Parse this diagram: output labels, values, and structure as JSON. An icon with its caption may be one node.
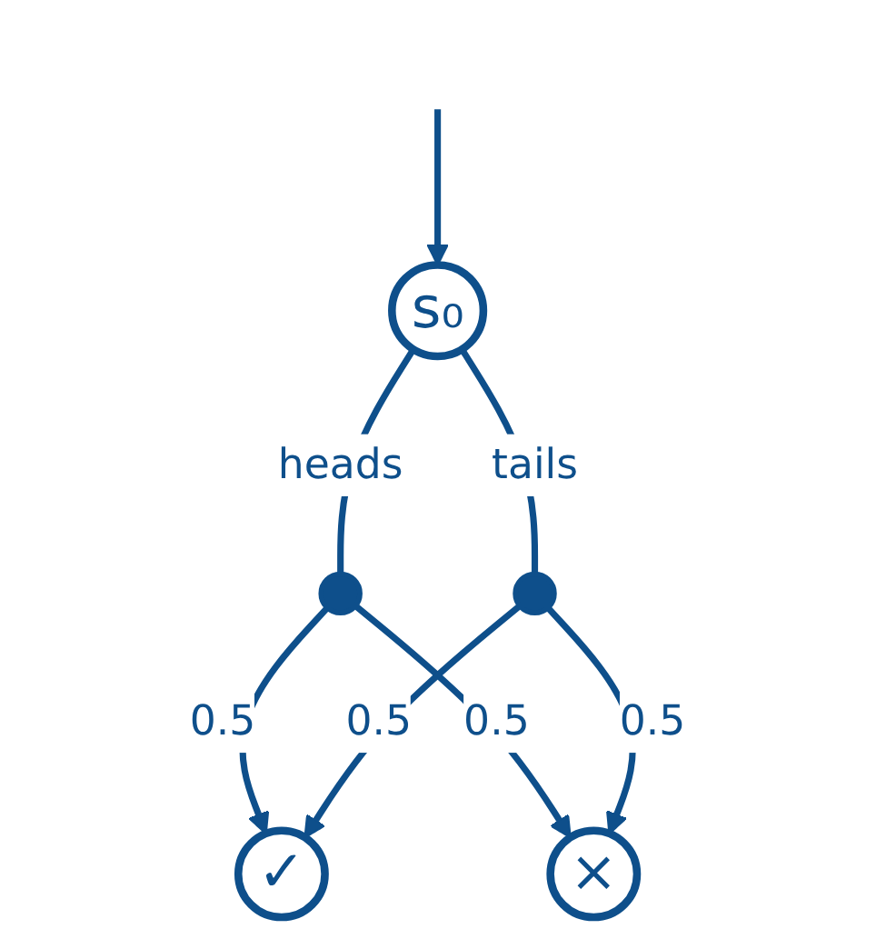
{
  "diagram": {
    "nodes": [
      {
        "text": [
          "s₀"
        ]
      },
      {
        "text": [],
        "shape": "circle"
      },
      {
        "text": [],
        "shape": "circle"
      },
      {
        "text": [
          "✓"
        ]
      },
      {
        "text": [
          "×"
        ]
      }
    ],
    "edges": [
      {
        "from": null,
        "to": 0,
        "arrow": "to"
      },
      {
        "from": 0,
        "to": 1,
        "arrow": "none",
        "label": "heads"
      },
      {
        "from": 0,
        "to": 2,
        "arrow": "none",
        "label": "tails"
      },
      {
        "from": 1,
        "to": 3,
        "arrow": "to",
        "label": "0.5"
      },
      {
        "from": 1,
        "to": 4,
        "arrow": "to",
        "label": "0.5"
      },
      {
        "from": 2,
        "to": 3,
        "arrow": "to",
        "label": "0.5"
      },
      {
        "from": 2,
        "to": 4,
        "arrow": "to",
        "label": "0.5"
      }
    ]
  }
}
